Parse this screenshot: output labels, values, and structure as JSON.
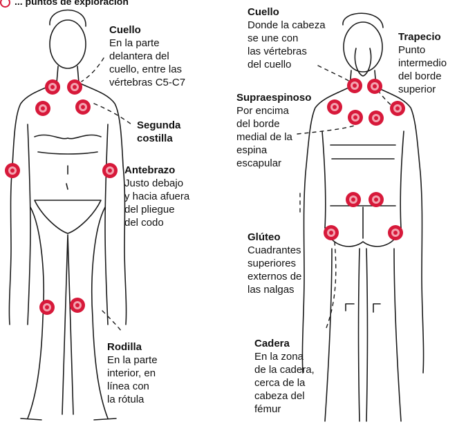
{
  "header": {
    "text": "... puntos de exploración"
  },
  "colors": {
    "point": "#d7193a",
    "point_light": "#f3a3b0",
    "outline": "#1a1a1a"
  },
  "labels": {
    "cuello_front": {
      "title": "Cuello",
      "lines": [
        "En la parte",
        "delantera del",
        "cuello, entre las",
        "vértebras C5-C7"
      ]
    },
    "segunda": {
      "title": "Segunda",
      "lines": [
        "costilla"
      ]
    },
    "antebrazo": {
      "title": "Antebrazo",
      "lines": [
        "Justo debajo",
        "y hacia afuera",
        "del pliegue",
        "del codo"
      ]
    },
    "rodilla": {
      "title": "Rodilla",
      "lines": [
        "En  la parte",
        "interior, en",
        "línea con",
        "la rótula"
      ]
    },
    "cuello_back": {
      "title": "Cuello",
      "lines": [
        "Donde la cabeza",
        "se une con",
        "las vértebras",
        "del cuello"
      ]
    },
    "trapecio": {
      "title": "Trapecio",
      "lines": [
        "Punto",
        "intermedio",
        "del borde",
        "superior"
      ]
    },
    "supra": {
      "title": "Supraespinoso",
      "lines": [
        "Por encima",
        "del borde",
        "medial de la",
        "espina",
        "escapular"
      ]
    },
    "gluteo": {
      "title": "Glúteo",
      "lines": [
        "Cuadrantes",
        "superiores",
        "externos de",
        "las nalgas"
      ]
    },
    "cadera": {
      "title": "Cadera",
      "lines": [
        "En la zona",
        "de la cadera,",
        "cerca de la",
        "cabeza del",
        "fémur"
      ]
    }
  }
}
